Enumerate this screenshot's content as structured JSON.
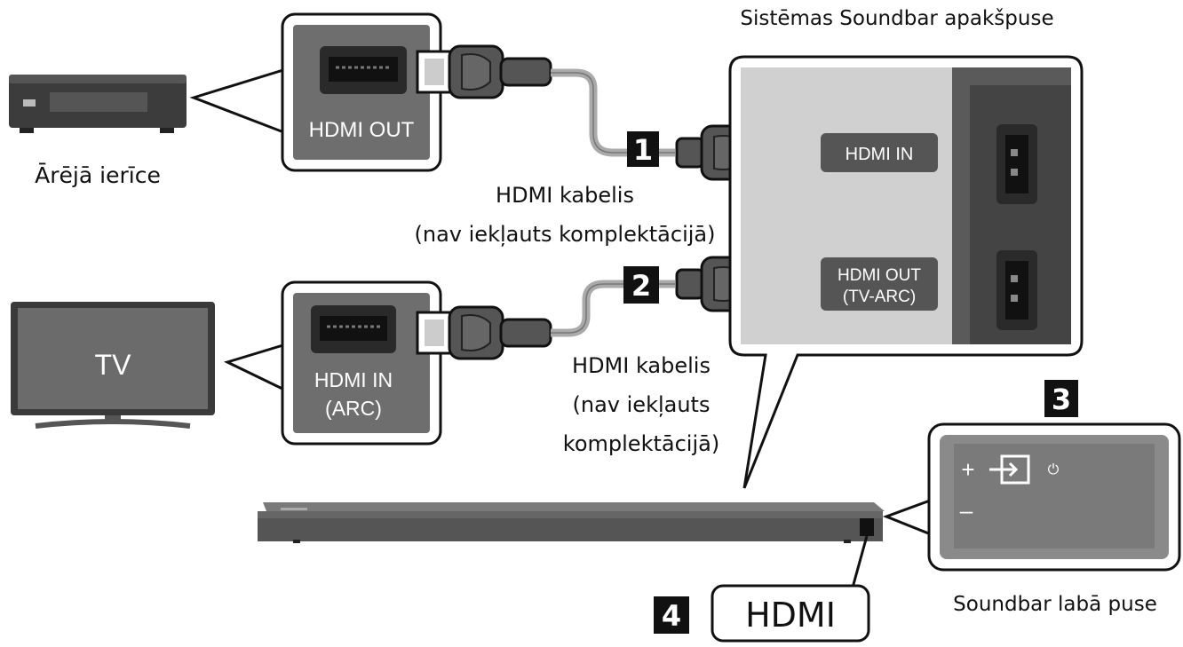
{
  "title": "Sistēmas Soundbar apakšpuse",
  "external_device": {
    "label": "Ārējā ierīce",
    "port_label": "HDMI OUT"
  },
  "tv": {
    "screen_text": "TV",
    "port_label_line1": "HDMI IN",
    "port_label_line2": "(ARC)"
  },
  "cable1": {
    "number": "1",
    "label_line1": "HDMI kabelis",
    "label_line2": "(nav iekļauts komplektācijā)"
  },
  "cable2": {
    "number": "2",
    "label_line1": "HDMI kabelis",
    "label_line2": "(nav iekļauts",
    "label_line3": "komplektācijā)"
  },
  "soundbar_bottom": {
    "port1_label": "HDMI IN",
    "port2_label_line1": "HDMI OUT",
    "port2_label_line2": "(TV-ARC)"
  },
  "step3": {
    "number": "3",
    "caption": "Soundbar labā puse",
    "plus": "+",
    "minus": "–",
    "power": "⏻"
  },
  "step4": {
    "number": "4",
    "caption": "HDMI"
  }
}
